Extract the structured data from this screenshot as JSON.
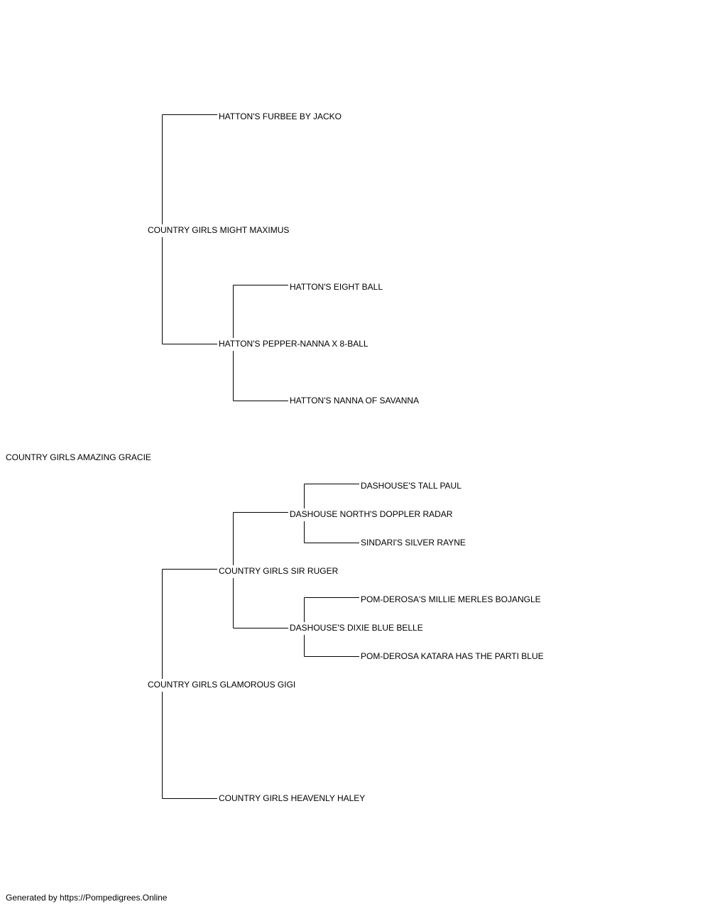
{
  "pedigree": {
    "subject": "COUNTRY GIRLS AMAZING GRACIE",
    "sire": "COUNTRY GIRLS MIGHT MAXIMUS",
    "sire_sire": "HATTON'S FURBEE BY JACKO",
    "sire_dam": "HATTON'S PEPPER-NANNA X 8-BALL",
    "sire_dam_sire": "HATTON'S EIGHT BALL",
    "sire_dam_dam": "HATTON'S NANNA OF SAVANNA",
    "dam": "COUNTRY GIRLS GLAMOROUS GIGI",
    "dam_sire": "COUNTRY GIRLS SIR RUGER",
    "dam_sire_sire": "DASHOUSE NORTH'S DOPPLER RADAR",
    "dam_sire_sire_sire": "DASHOUSE'S TALL PAUL",
    "dam_sire_sire_dam": "SINDARI'S SILVER RAYNE",
    "dam_sire_dam": "DASHOUSE'S DIXIE BLUE BELLE",
    "dam_sire_dam_sire": "POM-DEROSA'S MILLIE MERLES BOJANGLE",
    "dam_sire_dam_dam": "POM-DEROSA KATARA HAS THE PARTI BLUE",
    "dam_dam": "COUNTRY GIRLS HEAVENLY HALEY"
  },
  "footer": {
    "text": "Generated by https://Pompedigrees.Online"
  }
}
